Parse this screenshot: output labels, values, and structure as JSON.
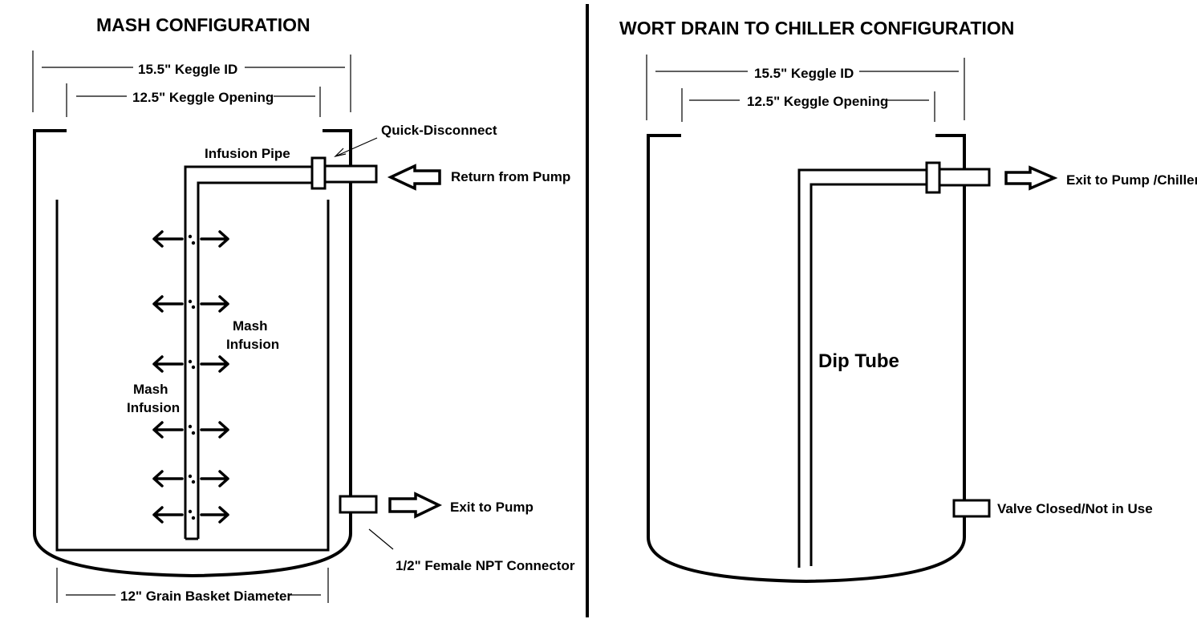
{
  "mash": {
    "title": "MASH CONFIGURATION",
    "keggle_id": "15.5\" Keggle ID",
    "keggle_opening": "12.5\" Keggle Opening",
    "quick_disconnect": "Quick-Disconnect",
    "infusion_pipe": "Infusion Pipe",
    "return_from_pump": "Return  from Pump",
    "mash_infusion_right_1": "Mash",
    "mash_infusion_right_2": "Infusion",
    "mash_infusion_left_1": "Mash",
    "mash_infusion_left_2": "Infusion",
    "exit_to_pump": "Exit to Pump",
    "npt_connector": "1/2\" Female NPT Connector",
    "grain_basket": "12\" Grain Basket Diameter"
  },
  "wort": {
    "title": "WORT DRAIN TO CHILLER CONFIGURATION",
    "keggle_id": "15.5\" Keggle ID",
    "keggle_opening": "12.5\" Keggle Opening",
    "exit_to_pump_chiller": "Exit to Pump /Chiller",
    "dip_tube": "Dip Tube",
    "valve_closed": "Valve Closed/Not in Use"
  },
  "icons": [
    "left-arrow-icon",
    "right-arrow-icon",
    "block-arrow-icon"
  ]
}
